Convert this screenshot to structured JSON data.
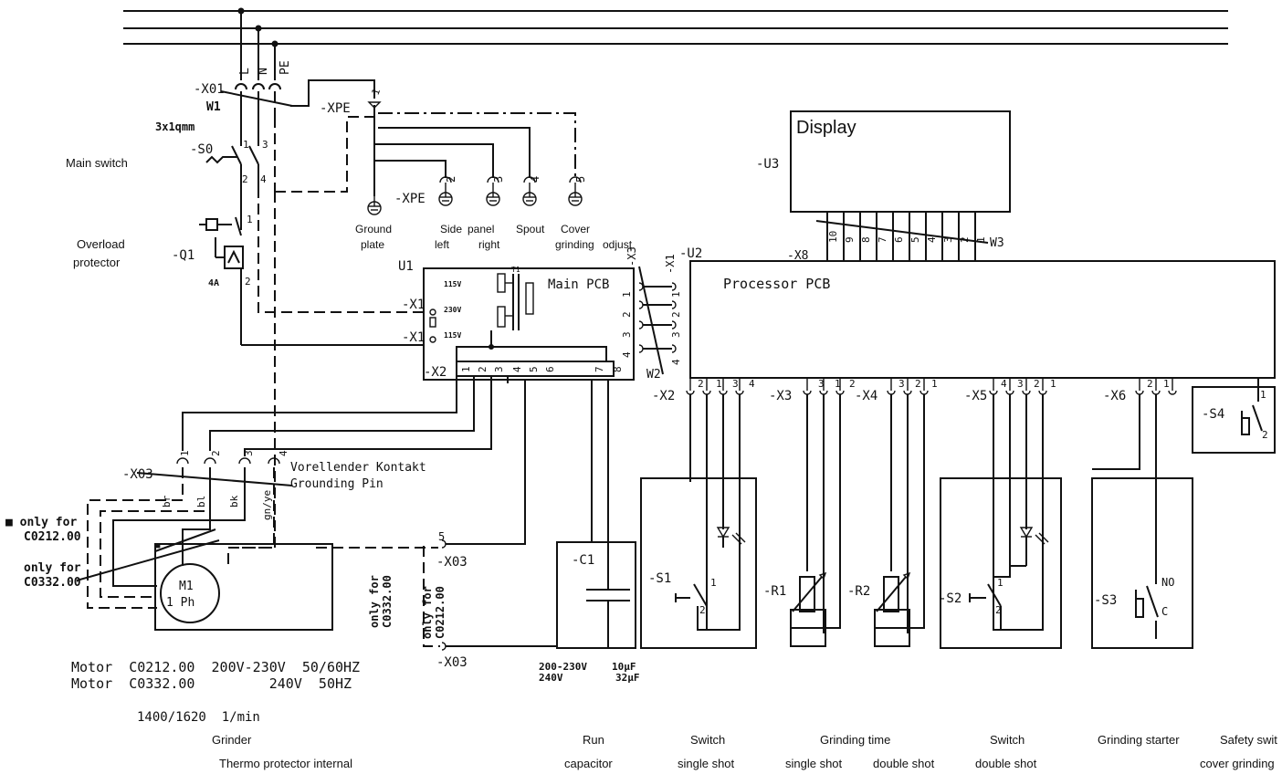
{
  "supply": {
    "l": "L",
    "n": "N",
    "pe": "PE",
    "x01": "-X01",
    "w1": "W1",
    "cable": "3x1qmm"
  },
  "main_switch": {
    "label": "Main switch",
    "ref": "-S0",
    "p1": "1",
    "p2": "2",
    "p3": "3",
    "p4": "4"
  },
  "overload": {
    "label_line1": "Overload",
    "label_line2": "protector",
    "ref": "-Q1",
    "rating": "4A",
    "p1": "1",
    "p2": "2"
  },
  "ground": {
    "xpe": "-XPE",
    "xpe2": "-XPE",
    "pin1": "1",
    "items": [
      {
        "line1": "Ground",
        "line2": "plate",
        "pin": ""
      },
      {
        "line1": "Side",
        "line2": "left",
        "pin": "2"
      },
      {
        "line1": "panel",
        "line2": "right",
        "pin": "3"
      },
      {
        "line1": "Spout",
        "line2": "",
        "pin": "4"
      },
      {
        "line1": "Cover",
        "line2": "grinding",
        "pin": "5"
      }
    ],
    "odjust": "odjust"
  },
  "main_pcb": {
    "ref": "U1",
    "title": "Main PCB",
    "x1a": "-X1",
    "x1b": "-X1",
    "x2": "-X2",
    "v115a": "115V",
    "v230": "230V",
    "v115b": "115V",
    "t1": "T1",
    "x2pins": [
      "1",
      "2",
      "3",
      "4",
      "5",
      "6",
      "7",
      "8"
    ],
    "x3": "-X3",
    "x3pins": [
      "1",
      "2",
      "3",
      "4"
    ]
  },
  "processor_pcb": {
    "ref": "-U2",
    "title": "Processor PCB",
    "x1": "-X1",
    "x1pins": [
      "1",
      "2",
      "3",
      "4"
    ],
    "x8": "-X8",
    "x8pins": [
      "10",
      "9",
      "8",
      "7",
      "6",
      "5",
      "4",
      "3",
      "2",
      "1"
    ],
    "w3": "W3",
    "w2": "W2",
    "x2": "-X2",
    "x2pins": [
      "2",
      "1",
      "3",
      "4"
    ],
    "x3": "-X3",
    "x3pins": [
      "3",
      "1",
      "2"
    ],
    "x4": "-X4",
    "x4pins": [
      "3",
      "2",
      "1"
    ],
    "x5": "-X5",
    "x5pins": [
      "4",
      "3",
      "2",
      "1"
    ],
    "x6": "-X6",
    "x6pins": [
      "2",
      "1"
    ]
  },
  "display": {
    "title": "Display",
    "ref": "-U3"
  },
  "motor": {
    "x03": "-X03",
    "pins": [
      "1",
      "2",
      "3",
      "4"
    ],
    "wires": [
      "br",
      "bl",
      "bk",
      "gn/ye"
    ],
    "contact_line1": "Vorellender Kontakt",
    "contact_line2": "Grounding Pin",
    "only_star": "■ only for",
    "c0212": "C0212.00",
    "only_for": "only for",
    "c0332": "C0332.00",
    "m1": "M1",
    "phase": "1 Ph",
    "star": "■",
    "spec1": "Motor  C0212.00  200V-230V  50/60HZ",
    "spec2": "Motor  C0332.00         240V  50HZ",
    "speed": "1400/1620  1/min",
    "box_only": "only for",
    "box_code": "C0332.00"
  },
  "x03_block": {
    "pin5": "5",
    "ref_a": "-X03",
    "ref_b": "-X03",
    "only": "only for",
    "code": "C0212.00"
  },
  "capacitor": {
    "ref": "-C1",
    "v1": "200-230V",
    "v2": "240V",
    "c1": "10µF",
    "c2": "32µF"
  },
  "s1": {
    "ref": "-S1",
    "p1": "1",
    "p2": "2"
  },
  "r1": {
    "ref": "-R1"
  },
  "r2": {
    "ref": "-R2"
  },
  "s2": {
    "ref": "-S2",
    "p1": "1",
    "p2": "2"
  },
  "s3": {
    "ref": "-S3",
    "no": "NO",
    "c": "C"
  },
  "s4": {
    "ref": "-S4",
    "p1": "1",
    "p2": "2"
  },
  "captions": {
    "grinder": "Grinder",
    "thermo": "Thermo protector internal",
    "run": "Run",
    "capacitor": "capacitor",
    "switch1": "Switch",
    "single_shot1": "single shot",
    "grinding_time": "Grinding time",
    "single_shot2": "single shot",
    "double_shot1": "double shot",
    "switch2": "Switch",
    "double_shot2": "double shot",
    "grinding_starter": "Grinding starter",
    "safety_switch": "Safety swit",
    "cover_grinding": "cover grinding"
  }
}
